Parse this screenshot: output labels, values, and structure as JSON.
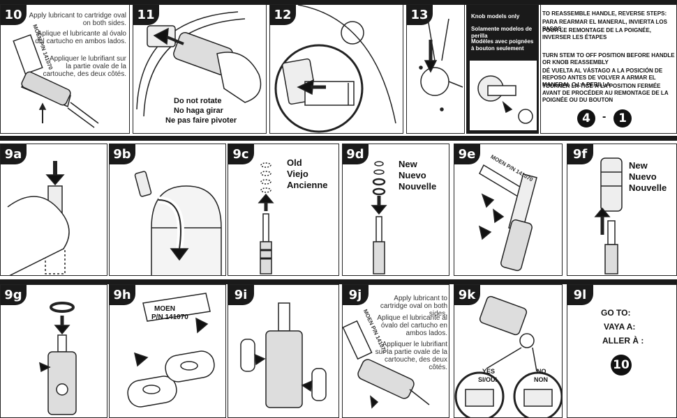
{
  "steps": {
    "s10": {
      "num": "10",
      "en": "Apply lubricant to cartridge oval on both sides.",
      "es": "Aplique el lubricante al óvalo del cartucho en ambos lados.",
      "fr": "Appliquer le lubrifiant sur la partie ovale de la cartouche, des deux côtés.",
      "label": "MOEN P/N 141070"
    },
    "s11": {
      "num": "11",
      "l1": "Do not rotate",
      "l2": "No haga girar",
      "l3": "Ne pas faire pivoter"
    },
    "s12": {
      "num": "12"
    },
    "s13": {
      "num": "13",
      "knob1": "Knob models only",
      "knob2": "Solamente modelos de perilla",
      "knob3": "Modèles avec poignées à bouton seulement"
    },
    "reassemble": {
      "p1": "TO REASSEMBLE HANDLE, REVERSE STEPS:",
      "p2": "PARA REARMAR EL MANERAL, INVIERTA LOS PASOS:",
      "p3": "POUR LE REMONTAGE DE LA POIGNÉE, INVERSER LES ÉTAPES",
      "q1": "TURN STEM TO OFF POSITION BEFORE HANDLE OR KNOB REASSEMBLY",
      "q2": "DÉ VUELTA AL VÁSTAGO A LA POSICIÓN DE REPOSO ANTES DE VOLVER A ARMAR EL MANERAL O LA PERILLA",
      "q3": "TOURNER LA TIGE À LA POSITION FERMÉE AVANT DE PROCÉDER AU REMONTAGE DE LA POIGNÉE OU DU BOUTON",
      "from": "4",
      "dash": "-",
      "to": "1"
    },
    "s9a": {
      "num": "9a"
    },
    "s9b": {
      "num": "9b"
    },
    "s9c": {
      "num": "9c",
      "l1": "Old",
      "l2": "Viejo",
      "l3": "Ancienne"
    },
    "s9d": {
      "num": "9d",
      "l1": "New",
      "l2": "Nuevo",
      "l3": "Nouvelle"
    },
    "s9e": {
      "num": "9e",
      "label": "MOEN P/N 141070"
    },
    "s9f": {
      "num": "9f",
      "l1": "New",
      "l2": "Nuevo",
      "l3": "Nouvelle"
    },
    "s9g": {
      "num": "9g"
    },
    "s9h": {
      "num": "9h",
      "label1": "MOEN",
      "label2": "P/N 141070"
    },
    "s9i": {
      "num": "9i"
    },
    "s9j": {
      "num": "9j",
      "en": "Apply lubricant to cartridge oval on both sides.",
      "es": "Aplique el lubricante al óvalo del cartucho en ambos lados.",
      "fr": "Appliquer le lubrifiant sur la partie ovale de la cartouche, des deux côtés.",
      "label": "MOEN P/N 141070"
    },
    "s9k": {
      "num": "9k",
      "yes": "YES",
      "yes2": "SI/OUI",
      "no": "NO",
      "no2": "NON"
    },
    "s9l": {
      "num": "9l",
      "g1": "GO TO:",
      "g2": "VAYA A:",
      "g3": "ALLER À :",
      "target": "10"
    }
  }
}
